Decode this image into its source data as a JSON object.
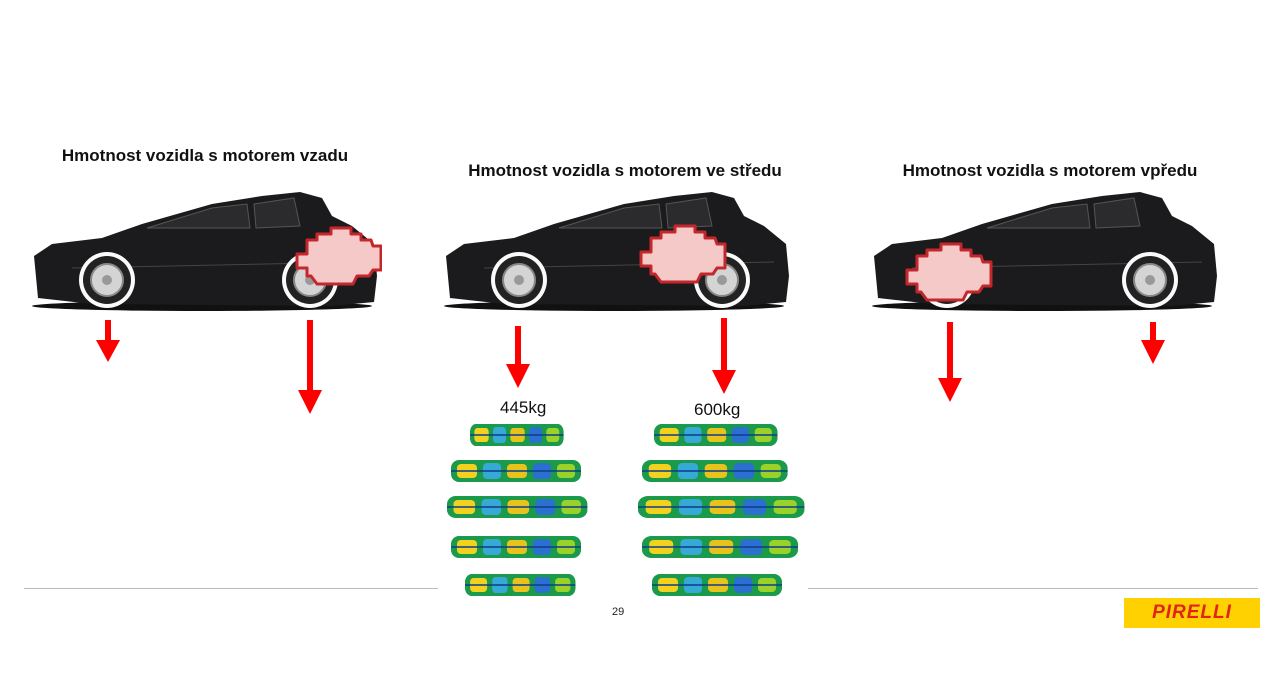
{
  "titles": {
    "rear": "Hmotnost vozidla s motorem vzadu",
    "mid": "Hmotnost vozidla s motorem ve středu",
    "front": "Hmotnost vozidla s motorem vpředu"
  },
  "weights": {
    "front_axle": "445kg",
    "rear_axle": "600kg"
  },
  "page_number": "29",
  "logo": "PIRELLI",
  "colors": {
    "arrow": "#ff0000",
    "car_body": "#1b1b1d",
    "engine_fill": "#f6c9c9",
    "engine_stroke": "#c3272c",
    "logo_bg": "#ffd100",
    "logo_text": "#e2231a"
  }
}
